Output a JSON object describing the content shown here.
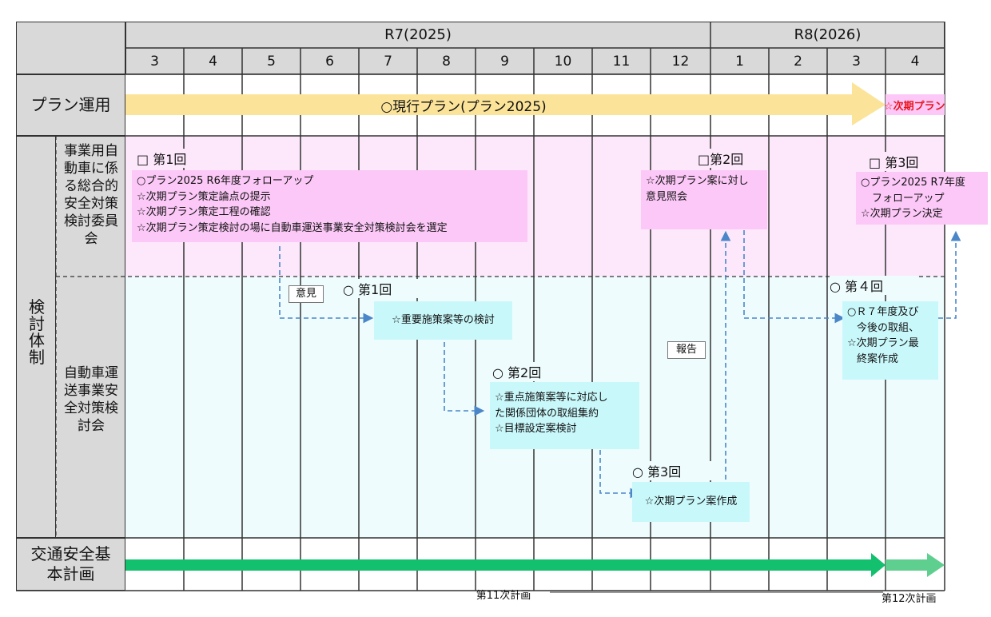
{
  "header": {
    "year_left": "R7(2025)",
    "year_right": "R8(2026)",
    "months": [
      "3",
      "4",
      "5",
      "6",
      "7",
      "8",
      "9",
      "10",
      "11",
      "12",
      "1",
      "2",
      "3",
      "4"
    ]
  },
  "rows": {
    "plan": "プラン運用",
    "kento": "検討体制",
    "committee": "事業用自動車に係る総合的安全対策検討委員会",
    "council": "自動車運送事業安全対策検討会",
    "basic": "交通安全基本計画"
  },
  "plan_bar": {
    "label": "○現行プラン(プラン2025)",
    "next_label": "☆次期プラン",
    "color_bar": "#fbe49a",
    "color_next": "#e8141c"
  },
  "committee_meetings": [
    {
      "title": "□ 第1回",
      "lines": [
        "○プラン2025 R6年度フォローアップ",
        "☆次期プラン策定論点の提示",
        "☆次期プラン策定工程の確認",
        "☆次期プラン策定検討の場に自動車運送事業安全対策検討会を選定"
      ]
    },
    {
      "title": "□第2回",
      "lines": [
        "☆次期プラン案に対し",
        "意見照会"
      ]
    },
    {
      "title": "□ 第3回",
      "lines": [
        "○プラン2025 R7年度",
        "フォローアップ",
        "☆次期プラン決定"
      ]
    }
  ],
  "council_meetings": [
    {
      "title": "○ 第1回",
      "lines": [
        "☆重要施策案等の検討"
      ]
    },
    {
      "title": "○ 第2回",
      "lines": [
        "☆重点施策案等に対応し",
        "た関係団体の取組集約",
        "☆目標設定案検討"
      ]
    },
    {
      "title": "○ 第3回",
      "lines": [
        "☆次期プラン案作成"
      ]
    },
    {
      "title": "○ 第４回",
      "lines": [
        "○Ｒ７年度及び",
        "今後の取組、",
        "☆次期プラン最",
        "終案作成"
      ]
    }
  ],
  "tags": {
    "opinion": "意見",
    "report": "報告"
  },
  "basic_plan": {
    "current": "第11次計画",
    "next": "第12次計画",
    "color": "#13c06e",
    "color_next": "#5fcf8f"
  },
  "colors": {
    "committee_bg": "#fde8fb",
    "committee_note": "#fcc8f7",
    "council_bg": "#eefcfd",
    "council_note": "#c9f8fb",
    "label_bg": "#d9d9d9",
    "arrow": "#4a86c8"
  }
}
